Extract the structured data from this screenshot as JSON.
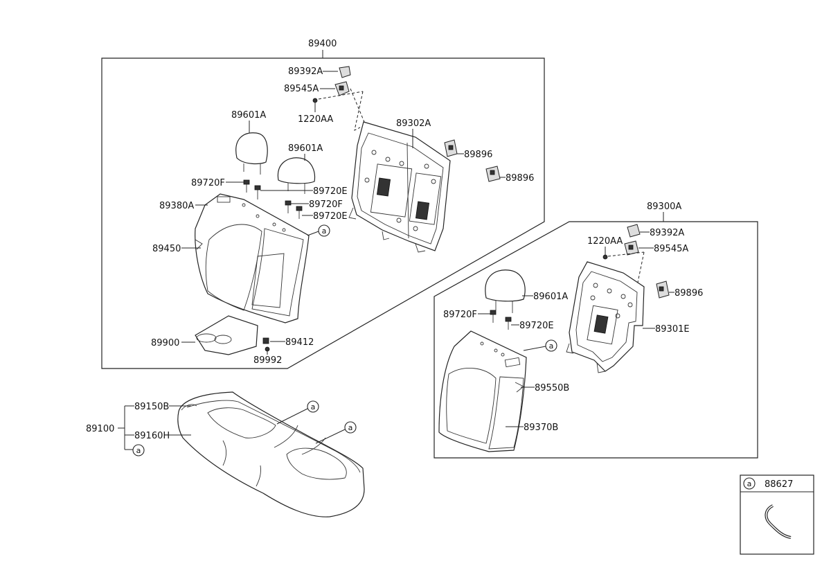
{
  "assembly_labels": {
    "left_seatback_assy": "89400",
    "right_seatback_assy": "89300A",
    "cushion_assy": "89100"
  },
  "left_group_labels": {
    "guide_a": "89392A",
    "guide_b": "89545A",
    "bolt": "1220AA",
    "frame": "89302A",
    "hinge_1": "89896",
    "hinge_2": "89896",
    "headrest_1": "89601A",
    "headrest_2": "89601A",
    "guide_f1": "89720F",
    "guide_e1": "89720E",
    "guide_f2": "89720F",
    "guide_e2": "89720E",
    "back_cover": "89380A",
    "back_pad": "89450",
    "armrest": "89900",
    "armrest_hinge": "89412",
    "armrest_bolt": "89992",
    "ref_a": "a"
  },
  "right_group_labels": {
    "guide_a": "89392A",
    "bolt": "1220AA",
    "guide_b": "89545A",
    "hinge": "89896",
    "headrest": "89601A",
    "guide_f": "89720F",
    "guide_e": "89720E",
    "frame": "89301E",
    "pad": "89550B",
    "cover": "89370B",
    "ref_a": "a"
  },
  "cushion_labels": {
    "cover": "89150B",
    "pad": "89160H",
    "ref_a1": "a",
    "ref_a2": "a",
    "ref_a3": "a"
  },
  "legend": {
    "ref": "a",
    "part_no": "88627"
  },
  "colors": {
    "line": "#222222",
    "background": "#ffffff"
  }
}
